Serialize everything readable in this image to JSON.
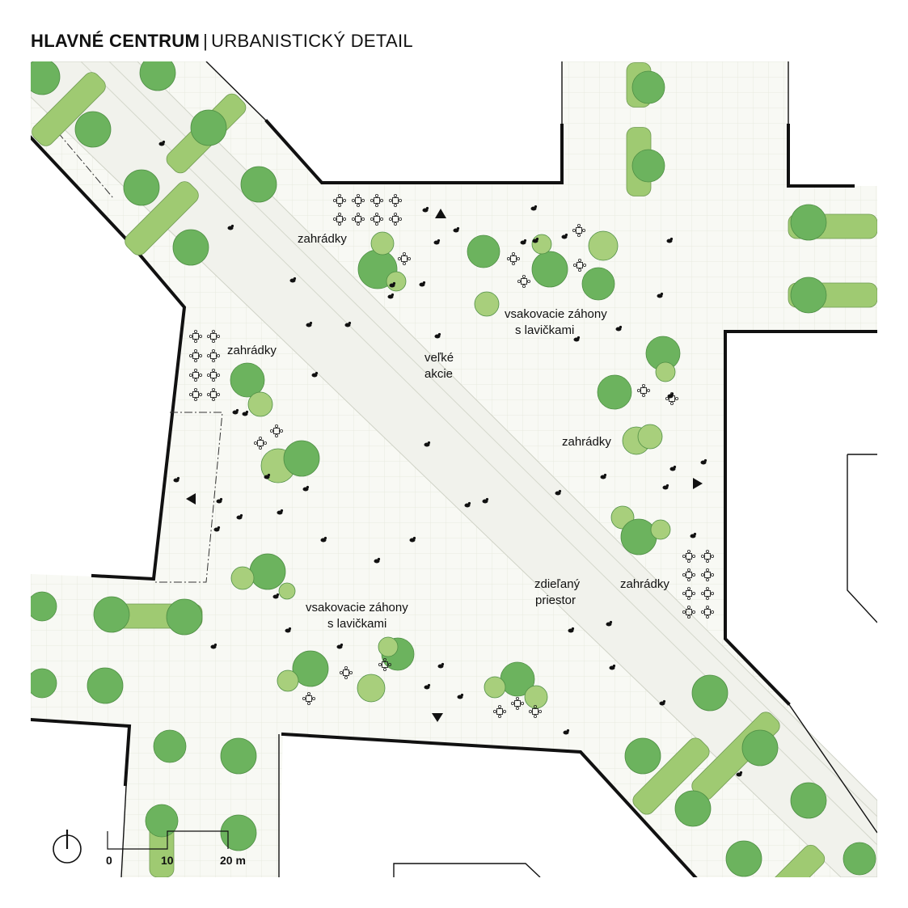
{
  "title": {
    "bold": "HLAVNÉ CENTRUM",
    "separator": "|",
    "rest": "URBANISTICKÝ DETAIL"
  },
  "labels": {
    "zahradky": "zahrádky",
    "vsak_line1": "vsakovacie záhony",
    "vsak_line2": "s lavičkami",
    "velke_line1": "veľké",
    "velke_line2": "akcie",
    "zdielany_line1": "zdieľaný",
    "zdielany_line2": "priestor"
  },
  "scale_bar": {
    "t0": "0",
    "t1": "10",
    "t2": "20 m"
  },
  "north_arrow": "north-arrow-icon",
  "colors": {
    "tree": "#6cb35e",
    "tree_light": "#a8cf7c",
    "bed": "#9fca72",
    "paving": "#f7f8f3",
    "grid": "#e6e9dd",
    "building_edge": "#000000"
  }
}
